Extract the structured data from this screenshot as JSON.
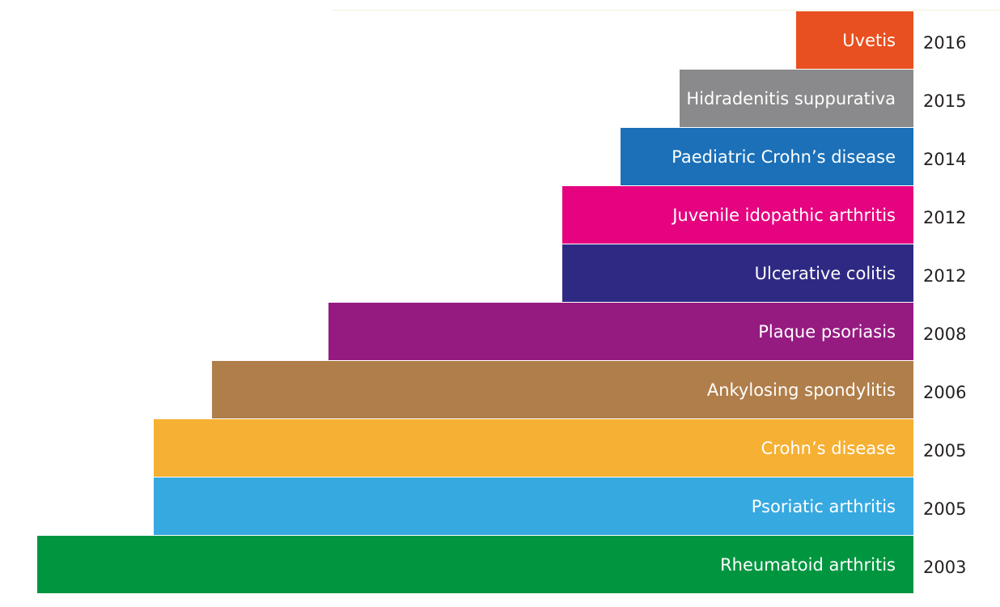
{
  "chart_data": {
    "type": "bar",
    "orientation": "horizontal-staircase",
    "categories": [
      "Uvetis",
      "Hidradenitis suppurativa",
      "Paediatric Crohn’s disease",
      "Juvenile idopathic arthritis",
      "Ulcerative colitis",
      "Plaque psoriasis",
      "Ankylosing spondylitis",
      "Crohn’s disease",
      "Psoriatic arthritis",
      "Rheumatoid arthritis"
    ],
    "values": [
      "2016",
      "2015",
      "2014",
      "2012",
      "2012",
      "2008",
      "2006",
      "2005",
      "2005",
      "2003"
    ],
    "colors": [
      "#e8501f",
      "#8a8a8c",
      "#1b70b8",
      "#e5037f",
      "#2e2a84",
      "#951b81",
      "#b07e4a",
      "#f6b033",
      "#36a9e1",
      "#009640"
    ],
    "year_range": [
      2003,
      2016
    ],
    "grid": false,
    "legend": "none"
  }
}
